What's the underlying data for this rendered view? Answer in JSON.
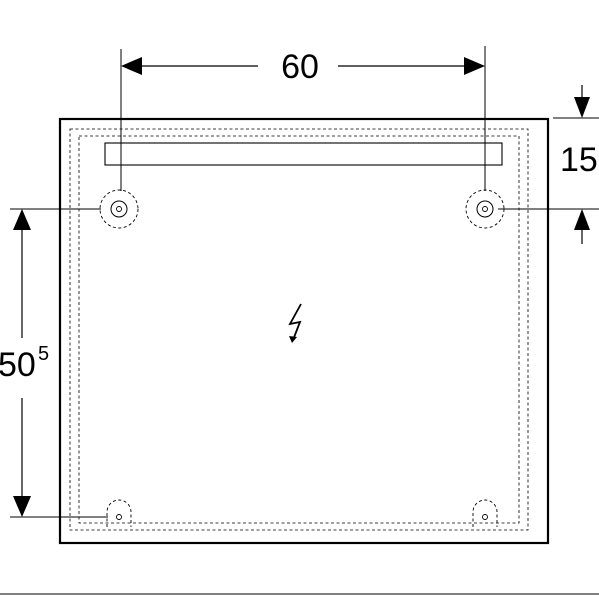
{
  "dimensions": {
    "width_label": "60",
    "top_offset_label": "15",
    "height_label_main": "50",
    "height_label_sup": "5"
  },
  "icons": {
    "power": "lightning-icon"
  },
  "colors": {
    "line": "#000000",
    "background": "#ffffff"
  }
}
